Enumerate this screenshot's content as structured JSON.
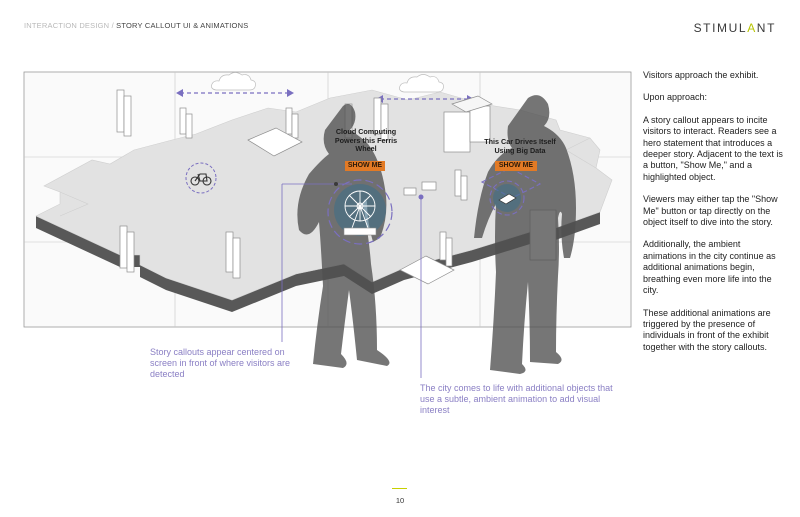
{
  "header": {
    "section": "INTERACTION DESIGN",
    "separator": "/",
    "title": "STORY CALLOUT UI & ANIMATIONS"
  },
  "logo": {
    "part1": "STIMUL",
    "accent": "A",
    "part2": "NT"
  },
  "scene": {
    "callout_left": {
      "title": "Cloud Computing Powers this Ferris Wheel",
      "button": "SHOW ME"
    },
    "callout_right": {
      "title": "This Car Drives Itself Using Big Data",
      "button": "SHOW ME"
    }
  },
  "captions": {
    "left": "Story callouts appear centered on screen in front of where visitors are detected",
    "bottom": "The city comes to life with additional objects that use a subtle, ambient animation to add visual interest"
  },
  "sidebar": {
    "paragraphs": [
      "Visitors approach the exhibit.",
      "Upon approach:",
      "A story callout appears to incite visitors to interact. Readers see a hero statement that introduces a deeper story. Adjacent to the text is a button, \"Show Me,\" and a highlighted object.",
      "Viewers may either tap the \"Show Me\" button or tap directly on the object itself to dive into the story.",
      "Additionally, the ambient animations in the city continue as additional animations begin, breathing even more life into the city.",
      "These additional animations are triggered by the presence of individuals in front of the exhibit together with the story callouts."
    ]
  },
  "colors": {
    "accent_purple": "#8a7fc4",
    "button_orange": "#e27a25",
    "logo_green": "#b7c400"
  },
  "footer": {
    "page": "10"
  }
}
